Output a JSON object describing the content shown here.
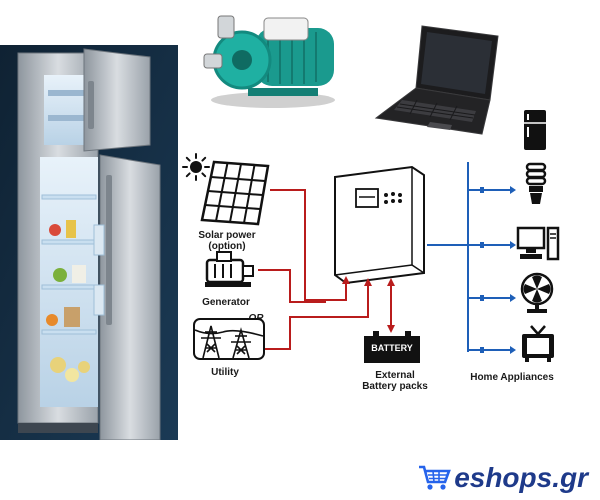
{
  "labels": {
    "solar": "Solar power",
    "solar_option": "(option)",
    "generator": "Generator",
    "or": "OR",
    "utility": "Utility",
    "battery_text": "BATTERY",
    "battery_caption_1": "External",
    "battery_caption_2": "Battery packs",
    "home_appliances": "Home Appliances"
  },
  "brand": {
    "text": "eshops.gr"
  },
  "icons": [
    "sun-icon",
    "solar-panel-icon",
    "generator-icon",
    "utility-tower-icon",
    "inverter-icon",
    "battery-icon",
    "fridge-icon",
    "bulb-icon",
    "computer-icon",
    "fan-icon",
    "tv-icon",
    "cart-icon",
    "water-pump-icon",
    "laptop-icon",
    "refrigerator-photo"
  ],
  "colors": {
    "wire_red": "#b91c1c",
    "wire_blue": "#1e5fb8",
    "brand_blue": "#1e3a8a",
    "cart_blue": "#2563eb"
  }
}
